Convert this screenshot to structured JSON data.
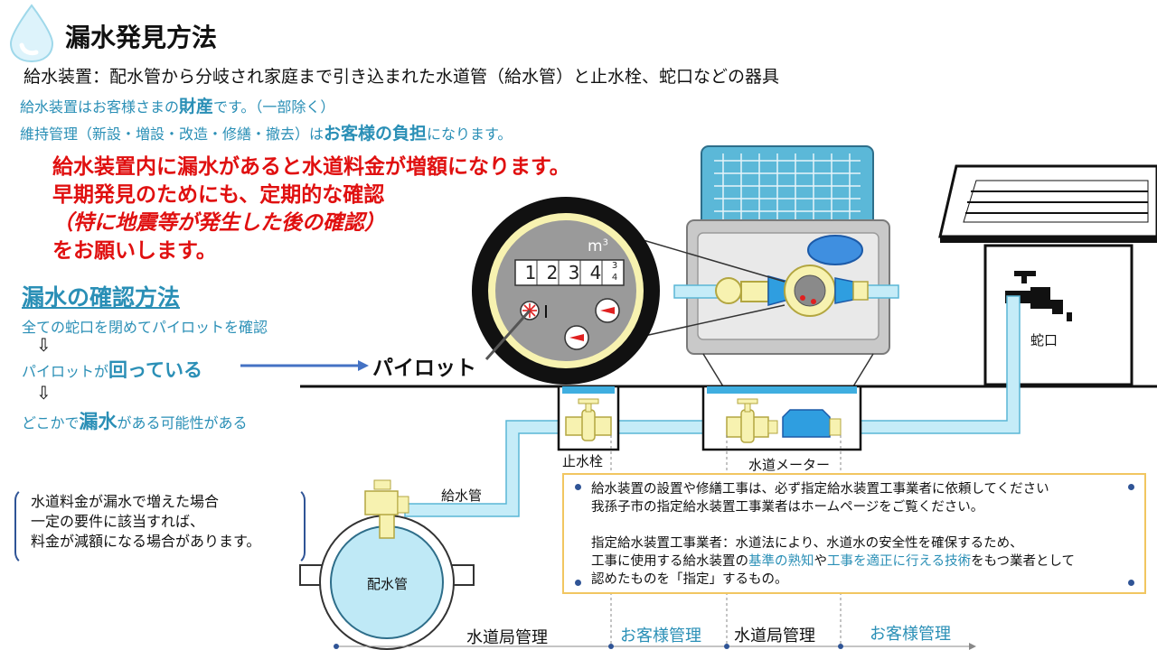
{
  "title": "漏水発見方法",
  "definition": "給水装置：配水管から分岐され家庭まで引き込まれた水道管（給水管）と止水栓、蛇口などの器具",
  "property_line": {
    "pre": "給水装置はお客様さまの",
    "bold": "財産",
    "post": "です。（一部除く）"
  },
  "burden_line": {
    "pre": "維持管理（新設・増設・改造・修繕・撤去）は",
    "bold": "お客様の負担",
    "post": "になります。"
  },
  "warning": {
    "line1": "給水装置内に漏水があると水道料金が増額になります。",
    "line2": "早期発見のためにも、定期的な確認",
    "line3": "（特に地震等が発生した後の確認）",
    "line4": "をお願いします。"
  },
  "check": {
    "heading": "漏水の確認方法",
    "step1": "全ての蛇口を閉めてパイロットを確認",
    "step2_pre": "パイロットが",
    "step2_bold": "回っている",
    "step3_pre": "どこかで",
    "step3_bold": "漏水",
    "step3_post": "がある可能性がある",
    "arrow": "⇩"
  },
  "pilot_label": "パイロット",
  "meter_digits": [
    "1",
    "2",
    "3",
    "4"
  ],
  "meter_fraction_top": "3",
  "meter_fraction_bottom": "4",
  "meter_unit": "m",
  "meter_unit_sup": "3",
  "note": {
    "line1": "水道料金が漏水で増えた場合",
    "line2": "一定の要件に該当すれば、",
    "line3": "料金が減額になる場合があります。"
  },
  "info": {
    "line1": "給水装置の設置や修繕工事は、必ず指定給水装置工事業者に依頼してください",
    "line2": "我孫子市の指定給水装置工事業者はホームページをご覧ください。",
    "line3": "指定給水装置工事業者：水道法により、水道水の安全性を確保するため、",
    "line4_pre": "工事に使用する給水装置の",
    "line4_hl1": "基準の熟知",
    "line4_mid": "や",
    "line4_hl2": "工事を適正に行える技術",
    "line4_post": "をもつ業者として",
    "line5": "認めたものを「指定」するもの。"
  },
  "labels": {
    "stopcock": "止水栓",
    "meter": "水道メーター",
    "faucet": "蛇口",
    "supply_pipe": "給水管",
    "main_pipe": "配水管"
  },
  "management": {
    "bureau1": "水道局管理",
    "customer1": "お客様管理",
    "bureau2": "水道局管理",
    "customer2": "お客様管理"
  },
  "colors": {
    "accent": "#2a8fb6",
    "warning": "#e01010",
    "box_border": "#f1c661",
    "pipe": "#c5ecf8"
  }
}
